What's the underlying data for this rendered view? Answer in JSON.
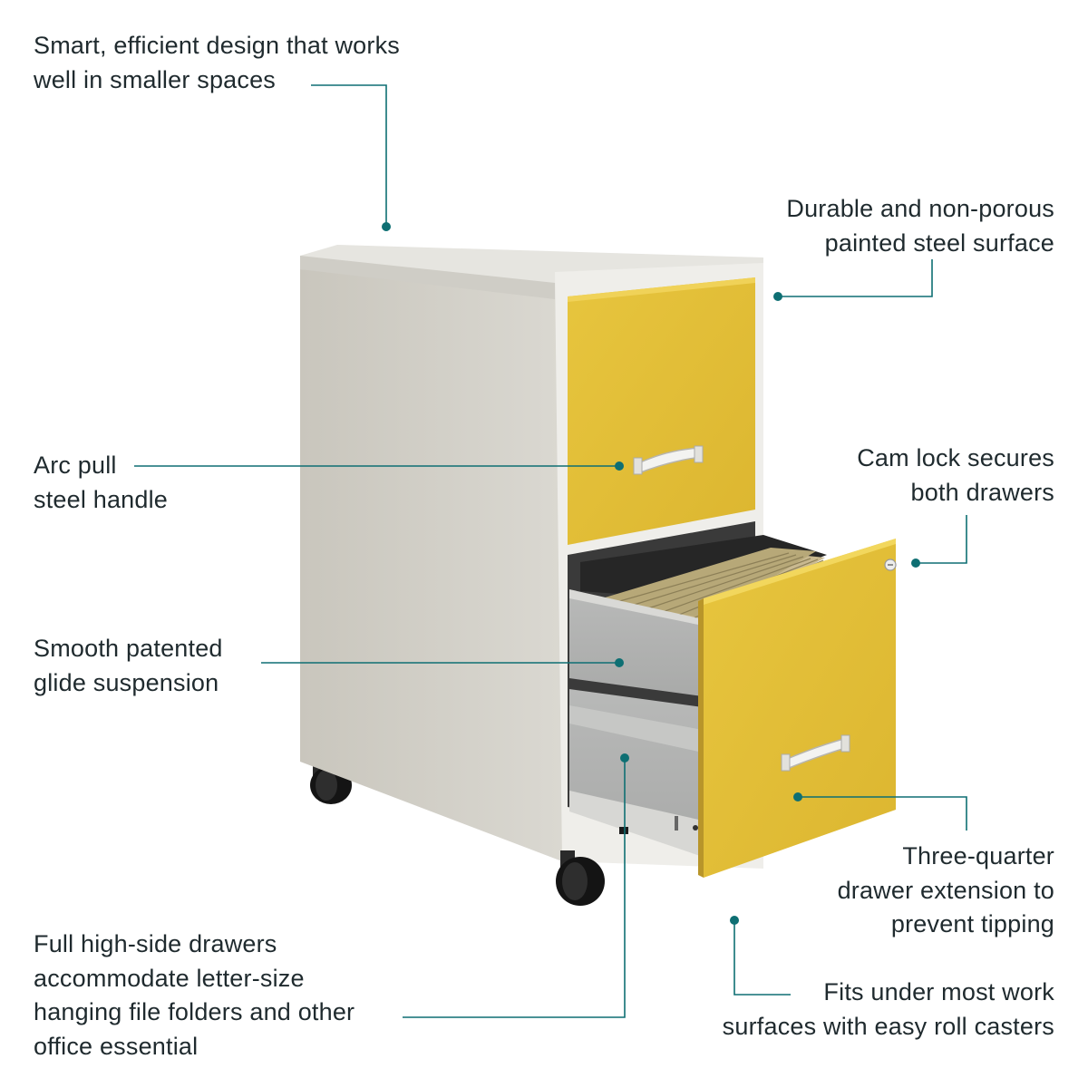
{
  "colors": {
    "accent": "#0e6f73",
    "drawer": "#e3bf37",
    "cabinet": "#d8d6cf",
    "text": "#1f2a2e"
  },
  "callouts": {
    "design": "Smart, efficient design that works\nwell in smaller spaces",
    "surface": "Durable and non-porous\npainted steel surface",
    "handle": "Arc pull\nsteel handle",
    "lock": "Cam lock secures\nboth drawers",
    "suspension": "Smooth patented\nglide suspension",
    "extension": "Three-quarter\ndrawer extension to\nprevent tipping",
    "drawers": "Full high-side drawers\naccommodate letter-size\nhanging file folders and other\noffice essential",
    "casters": "Fits under most work\nsurfaces with easy roll casters"
  }
}
